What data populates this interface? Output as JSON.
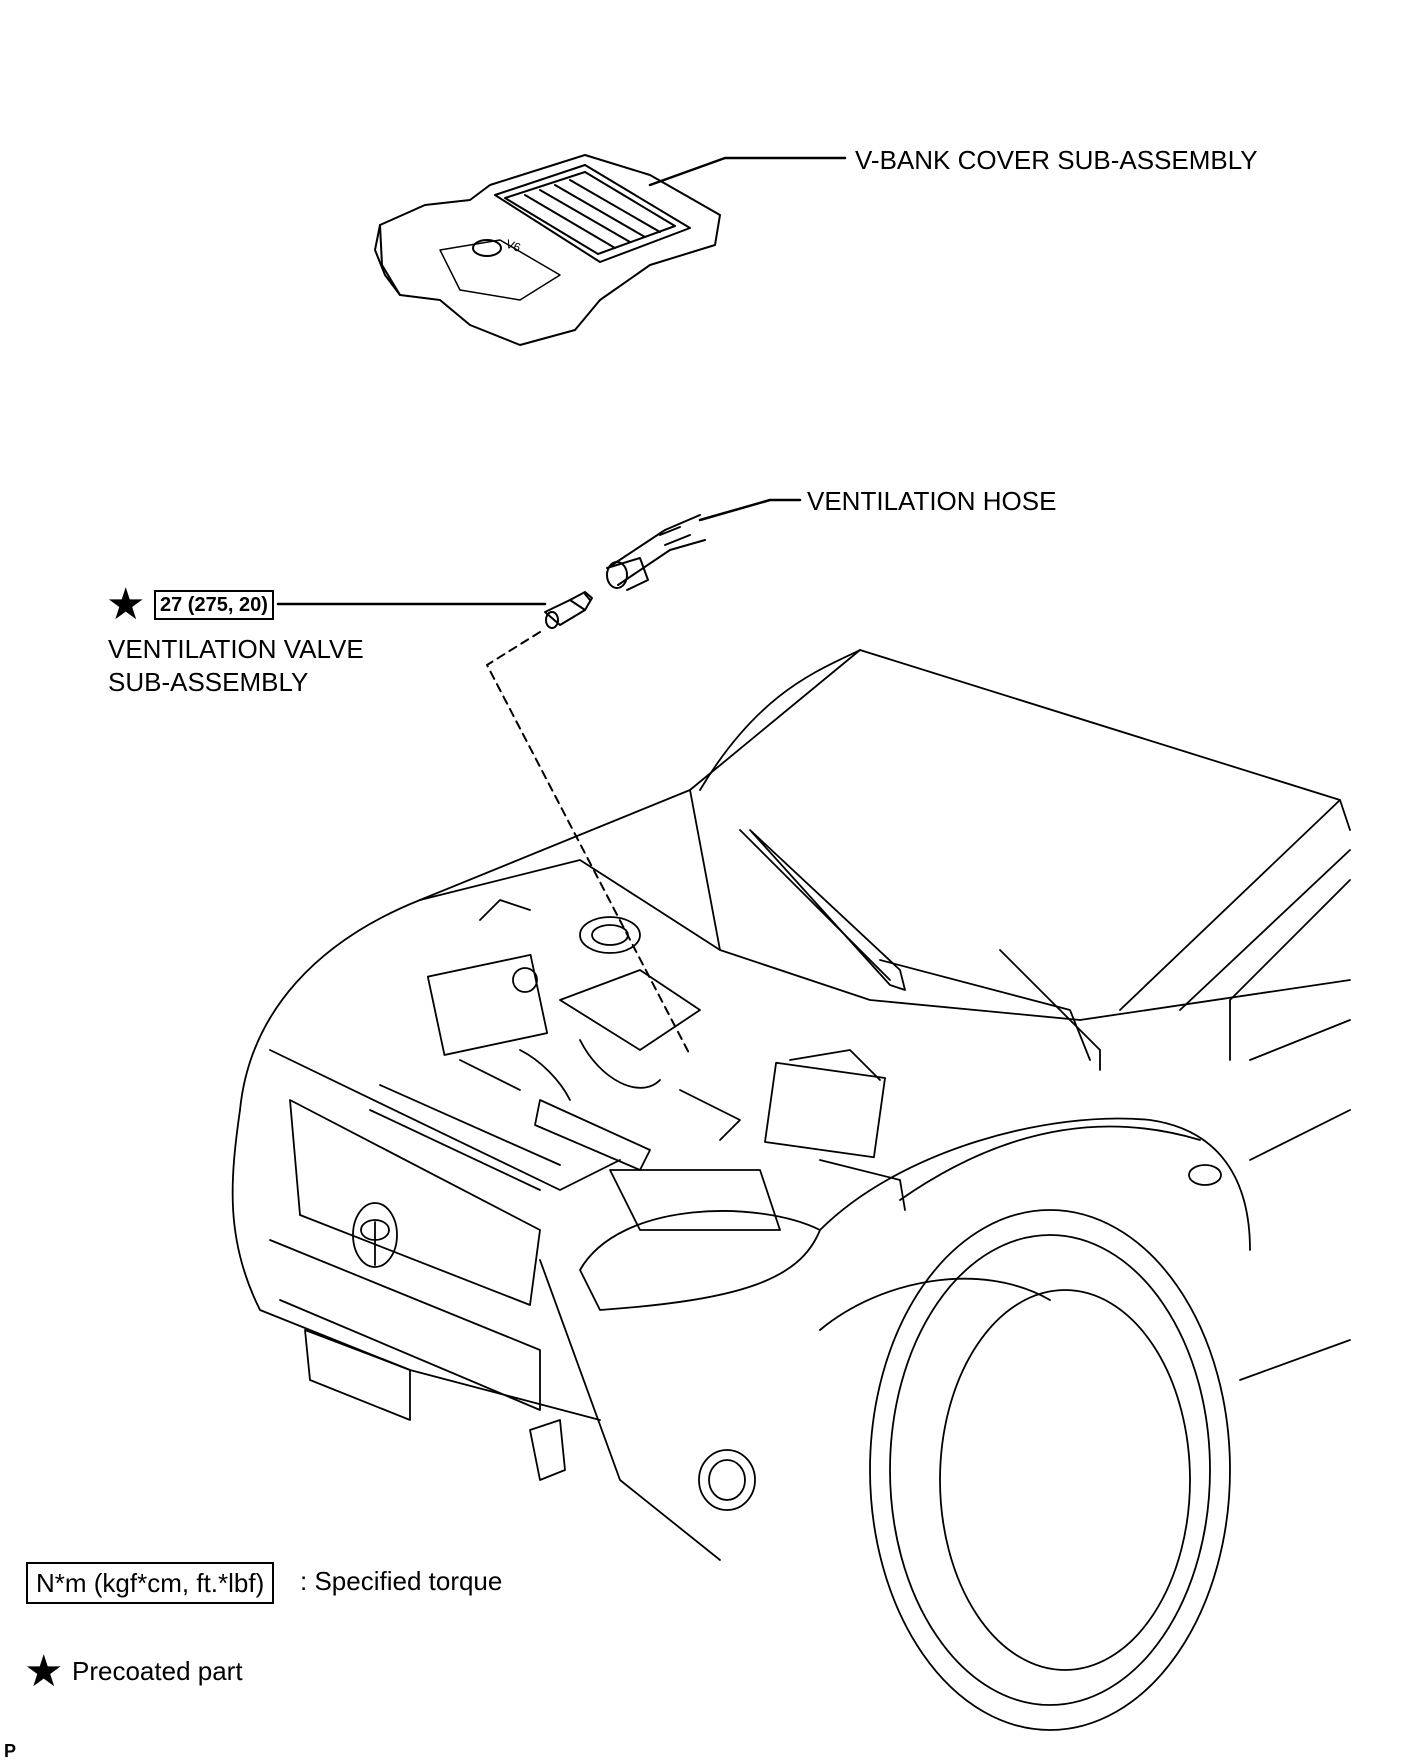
{
  "labels": {
    "vbank_cover": "V-BANK COVER SUB-ASSEMBLY",
    "ventilation_hose": "VENTILATION HOSE",
    "ventilation_valve_line1": "VENTILATION VALVE",
    "ventilation_valve_line2": "SUB-ASSEMBLY",
    "torque_value": "27 (275, 20)"
  },
  "legend": {
    "torque_units": "N*m (kgf*cm, ft.*lbf)",
    "torque_desc": ": Specified torque",
    "precoated_desc": "Precoated part"
  },
  "icons": {
    "star": "★"
  },
  "corner_code": "P",
  "badge_text": "V6"
}
